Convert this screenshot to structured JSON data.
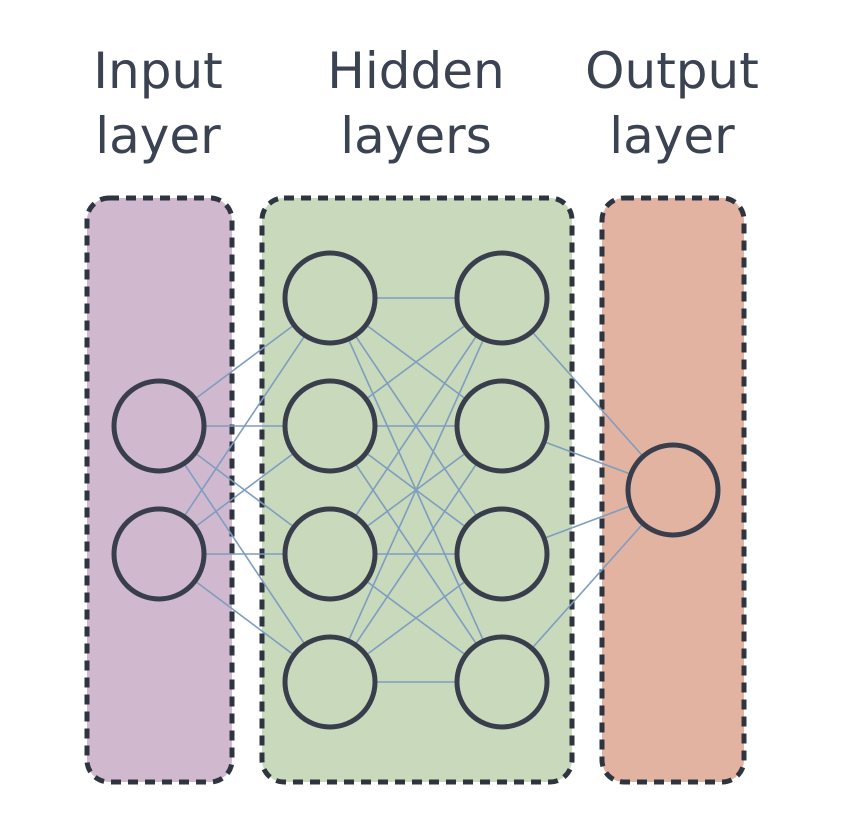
{
  "layers": [
    {
      "key": "input",
      "title_line1": "Input",
      "title_line2": "layer",
      "fill": "#d0b8cf",
      "node_count": 2
    },
    {
      "key": "hidden",
      "title_line1": "Hidden",
      "title_line2": "layers",
      "fill": "#c9d9bb",
      "node_count": 4,
      "columns": 2
    },
    {
      "key": "output",
      "title_line1": "Output",
      "title_line2": "layer",
      "fill": "#e3b3a2",
      "node_count": 1
    }
  ],
  "colors": {
    "node_stroke": "#383e4c",
    "edge": "#7e9dc0",
    "box_border": "#2e3440",
    "title_text": "#3b4252"
  }
}
